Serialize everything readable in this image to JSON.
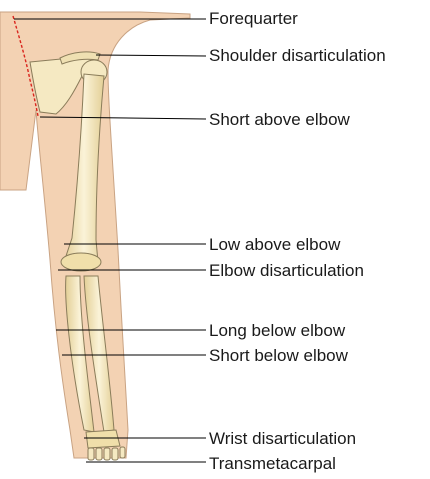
{
  "labels": [
    "Forequarter",
    "Shoulder disarticulation",
    "Short above elbow",
    "Low above elbow",
    "Elbow disarticulation",
    "Long below elbow",
    "Short below elbow",
    "Wrist disarticulation",
    "Transmetacarpal"
  ],
  "colors": {
    "skin": "#f3d2b3",
    "skin_outline": "#c9a383",
    "bone": "#f5e9c2",
    "bone_shade": "#e3cf96",
    "bone_outline": "#8a7c5a",
    "cut_line": "#d9251d",
    "leader_line": "#000000"
  }
}
